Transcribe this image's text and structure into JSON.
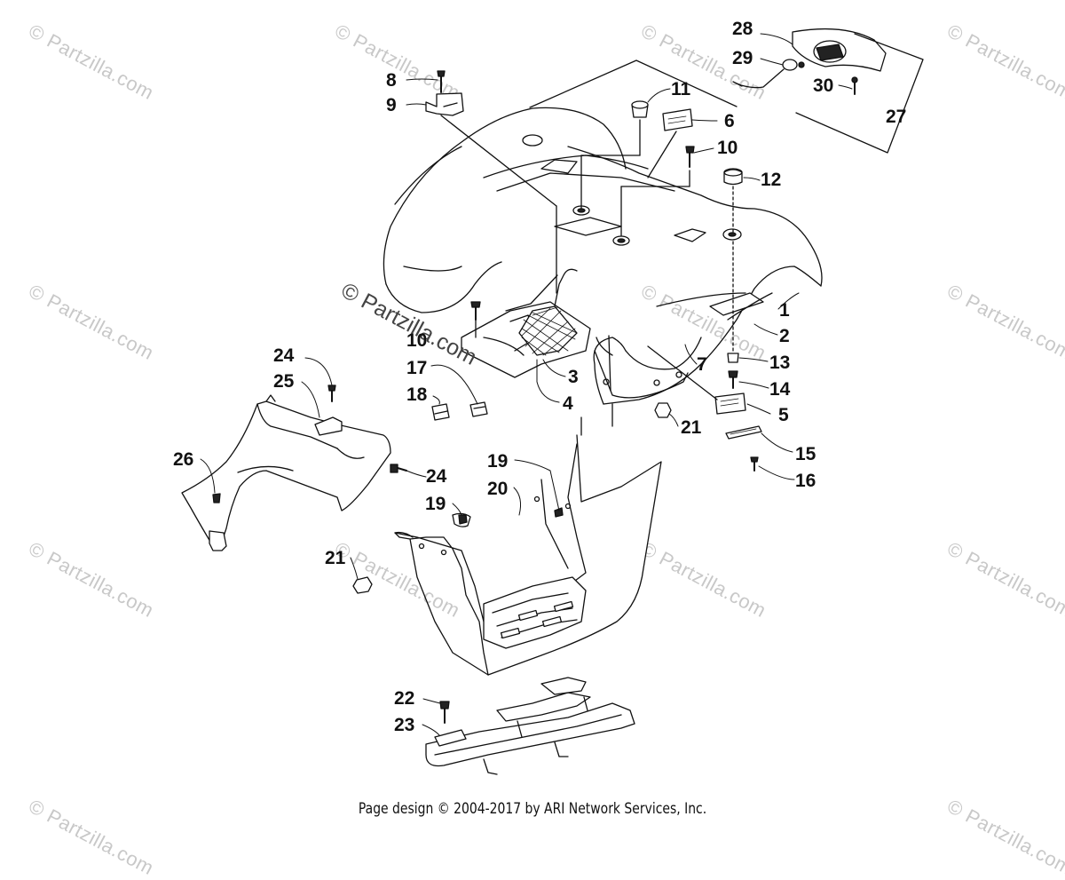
{
  "diagram": {
    "watermark_text": "© Partzilla.com",
    "callouts": [
      {
        "id": "c28",
        "label": "28"
      },
      {
        "id": "c29",
        "label": "29"
      },
      {
        "id": "c30",
        "label": "30"
      },
      {
        "id": "c27",
        "label": "27"
      },
      {
        "id": "c8",
        "label": "8"
      },
      {
        "id": "c9",
        "label": "9"
      },
      {
        "id": "c11",
        "label": "11"
      },
      {
        "id": "c6",
        "label": "6"
      },
      {
        "id": "c10a",
        "label": "10"
      },
      {
        "id": "c12",
        "label": "12"
      },
      {
        "id": "c1",
        "label": "1"
      },
      {
        "id": "c2",
        "label": "2"
      },
      {
        "id": "c7",
        "label": "7"
      },
      {
        "id": "c13",
        "label": "13"
      },
      {
        "id": "c14",
        "label": "14"
      },
      {
        "id": "c5",
        "label": "5"
      },
      {
        "id": "c10b",
        "label": "10"
      },
      {
        "id": "c3",
        "label": "3"
      },
      {
        "id": "c4",
        "label": "4"
      },
      {
        "id": "c17",
        "label": "17"
      },
      {
        "id": "c18",
        "label": "18"
      },
      {
        "id": "c24a",
        "label": "24"
      },
      {
        "id": "c25",
        "label": "25"
      },
      {
        "id": "c26",
        "label": "26"
      },
      {
        "id": "c24b",
        "label": "24"
      },
      {
        "id": "c21a",
        "label": "21"
      },
      {
        "id": "c15",
        "label": "15"
      },
      {
        "id": "c16",
        "label": "16"
      },
      {
        "id": "c19a",
        "label": "19"
      },
      {
        "id": "c20",
        "label": "20"
      },
      {
        "id": "c19b",
        "label": "19"
      },
      {
        "id": "c21b",
        "label": "21"
      },
      {
        "id": "c22",
        "label": "22"
      },
      {
        "id": "c23",
        "label": "23"
      }
    ]
  },
  "footer": {
    "text": "Page design © 2004-2017 by ARI Network Services, Inc."
  }
}
